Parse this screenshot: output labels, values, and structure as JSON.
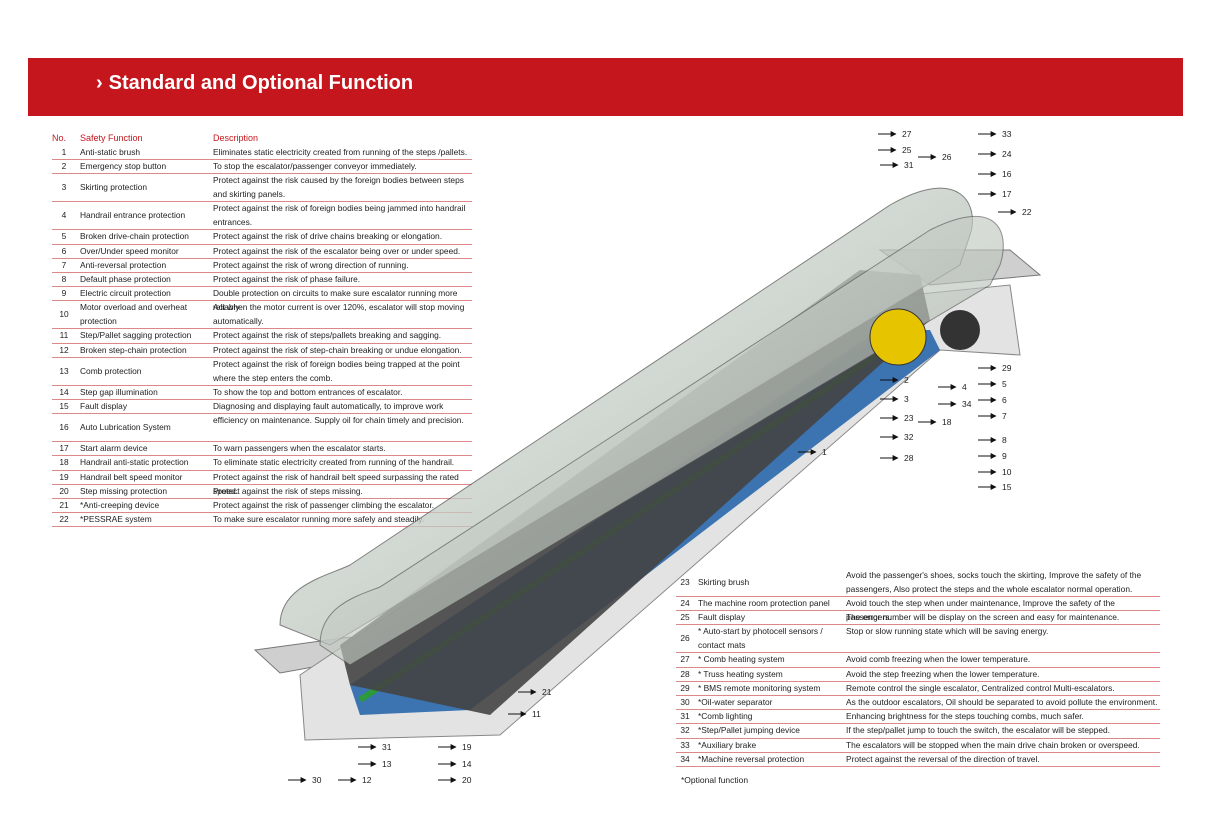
{
  "header": {
    "title": "Standard and Optional Function",
    "chevron": "›"
  },
  "colors": {
    "accent": "#c4161c",
    "truss": "#e0e0e0",
    "chain": "#1f5fa8",
    "green": "#2c9a3a"
  },
  "table1": {
    "headers": {
      "no": "No.",
      "fn": "Safety Function",
      "desc": "Description"
    },
    "rows": [
      {
        "no": "1",
        "fn": "Anti-static brush",
        "desc": "Eliminates static electricity created from running of the steps /pallets."
      },
      {
        "no": "2",
        "fn": "Emergency stop button",
        "desc": "To stop the escalator/passenger conveyor immediately."
      },
      {
        "no": "3",
        "fn": "Skirting protection",
        "desc": "Protect against the risk caused by the foreign bodies between steps and skirting panels."
      },
      {
        "no": "4",
        "fn": "Handrail entrance protection",
        "desc": "Protect against the risk of foreign bodies being jammed into handrail entrances."
      },
      {
        "no": "5",
        "fn": "Broken drive-chain protection",
        "desc": "Protect against the risk of drive chains breaking or elongation."
      },
      {
        "no": "6",
        "fn": "Over/Under speed monitor",
        "desc": "Protect against the risk of the escalator being over or under speed."
      },
      {
        "no": "7",
        "fn": "Anti-reversal protection",
        "desc": "Protect against the risk of wrong direction of running."
      },
      {
        "no": "8",
        "fn": "Default phase protection",
        "desc": "Protect against the risk of phase failure."
      },
      {
        "no": "9",
        "fn": "Electric circuit protection",
        "desc": "Double protection on circuits to make sure escalator running more reliably"
      },
      {
        "no": "10",
        "fn": "Motor overload and overheat protection",
        "desc": "Act when the motor current is over 120%, escalator will stop moving automatically."
      },
      {
        "no": "11",
        "fn": "Step/Pallet sagging protection",
        "desc": "Protect against the risk of steps/pallets breaking and sagging."
      },
      {
        "no": "12",
        "fn": "Broken step-chain protection",
        "desc": "Protect against the risk of step-chain breaking or undue elongation."
      },
      {
        "no": "13",
        "fn": "Comb protection",
        "desc": "Protect against the risk of foreign bodies being trapped at the point where the step enters the comb."
      },
      {
        "no": "14",
        "fn": "Step gap illumination",
        "desc": "To show the top and bottom entrances of escalator."
      },
      {
        "no": "15",
        "fn": "Fault display",
        "desc": "Diagnosing and displaying fault automatically, to improve work"
      },
      {
        "no": "16",
        "fn": "Auto Lubrication System",
        "desc": "efficiency on maintenance. Supply oil for chain timely and precision."
      },
      {
        "no": "17",
        "fn": "Start alarm device",
        "desc": "To warn passengers when the escalator starts."
      },
      {
        "no": "18",
        "fn": "Handrail anti-static protection",
        "desc": "To eliminate static electricity created from running of the handrail."
      },
      {
        "no": "19",
        "fn": "Handrail belt speed monitor",
        "desc": "Protect against the risk of handrail belt speed surpassing the rated speed."
      },
      {
        "no": "20",
        "fn": "Step missing protection",
        "desc": "Protect against the risk of steps missing."
      },
      {
        "no": "21",
        "fn": "*Anti-creeping device",
        "desc": "Protect against the risk of passenger climbing the escalator."
      },
      {
        "no": "22",
        "fn": "*PESSRAE system",
        "desc": "To make sure escalator running more safely and steadily."
      }
    ]
  },
  "table2": {
    "rows": [
      {
        "no": "23",
        "fn": "Skirting brush",
        "desc": "Avoid the passenger's shoes, socks touch the skirting, Improve the safety of the passengers, Also protect the steps and the whole escalator normal operation."
      },
      {
        "no": "24",
        "fn": "The machine room protection panel",
        "desc": "Avoid touch the step when under maintenance, Improve the safety of the passengers."
      },
      {
        "no": "25",
        "fn": "Fault display",
        "desc": "The error number will be display on the screen and easy for maintenance."
      },
      {
        "no": "26",
        "fn": "* Auto-start by photocell sensors / contact mats",
        "desc": "Stop or slow running state which will be saving energy."
      },
      {
        "no": "27",
        "fn": "* Comb heating system",
        "desc": "Avoid comb freezing when the lower temperature."
      },
      {
        "no": "28",
        "fn": "* Truss heating system",
        "desc": "Avoid the step freezing when the lower temperature."
      },
      {
        "no": "29",
        "fn": "* BMS remote monitoring system",
        "desc": "Remote control the single escalator, Centralized control Multi-escalators."
      },
      {
        "no": "30",
        "fn": "*Oil-water separator",
        "desc": "As the outdoor escalators, Oil should be separated to avoid pollute the environment."
      },
      {
        "no": "31",
        "fn": "*Comb lighting",
        "desc": "Enhancing brightness for the steps touching combs, much safer."
      },
      {
        "no": "32",
        "fn": "*Step/Pallet jumping device",
        "desc": "If the step/pallet jump to touch the switch, the escalator will be stepped."
      },
      {
        "no": "33",
        "fn": "*Auxiliary brake",
        "desc": "The escalators will be stopped when the main drive chain broken or overspeed."
      },
      {
        "no": "34",
        "fn": "*Machine reversal protection",
        "desc": "Protect against the reversal of the direction of travel."
      }
    ]
  },
  "note": "*Optional  function",
  "callouts": [
    "27",
    "25",
    "31",
    "26",
    "33",
    "24",
    "16",
    "17",
    "22",
    "29",
    "5",
    "6",
    "7",
    "2",
    "4",
    "34",
    "3",
    "18",
    "23",
    "32",
    "8",
    "9",
    "10",
    "15",
    "1",
    "28",
    "21",
    "11",
    "31",
    "19",
    "13",
    "14",
    "30",
    "12",
    "20"
  ]
}
